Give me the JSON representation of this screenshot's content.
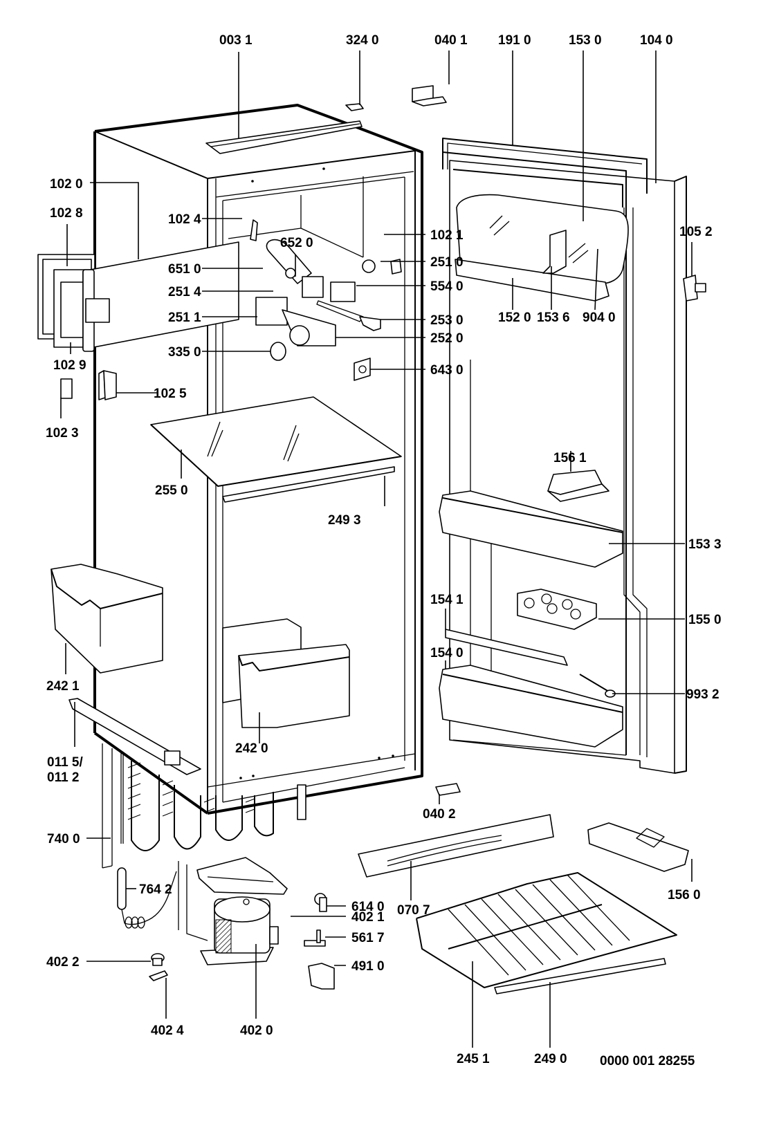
{
  "diagram": {
    "title": "Refrigerator exploded parts diagram",
    "drawing_number": "0000 001 28255",
    "labels": {
      "p0031": "003 1",
      "p3240": "324 0",
      "p0401": "040 1",
      "p1910": "191 0",
      "p1530": "153 0",
      "p1040": "104 0",
      "p1020": "102 0",
      "p1028": "102 8",
      "p1024": "102 4",
      "p1021": "102 1",
      "p6520": "652 0",
      "p2510": "251 0",
      "p1052": "105 2",
      "p6510": "651 0",
      "p2514": "251 4",
      "p5540": "554 0",
      "p2511": "251 1",
      "p2530": "253 0",
      "p1520": "152 0",
      "p1536": "153 6",
      "p9040": "904 0",
      "p2520": "252 0",
      "p3350": "335 0",
      "p1029": "102 9",
      "p6430": "643 0",
      "p1025": "102 5",
      "p1023": "102 3",
      "p2550": "255 0",
      "p1561": "156 1",
      "p2493": "249 3",
      "p1533": "153 3",
      "p2421": "242 1",
      "p1550": "155 0",
      "p1541": "154 1",
      "p1540": "154 0",
      "p9932": "993 2",
      "p2420": "242 0",
      "p0115": "011 5/",
      "p0112": "011 2",
      "p0402": "040 2",
      "p7400": "740 0",
      "p1560": "156 0",
      "p0707": "070 7",
      "p4021": "402 1",
      "p7642": "764 2",
      "p6140": "614 0",
      "p5617": "561 7",
      "p4022": "402 2",
      "p4910": "491 0",
      "p4024": "402 4",
      "p4020": "402 0",
      "p2451": "245 1",
      "p2490": "249 0"
    }
  }
}
